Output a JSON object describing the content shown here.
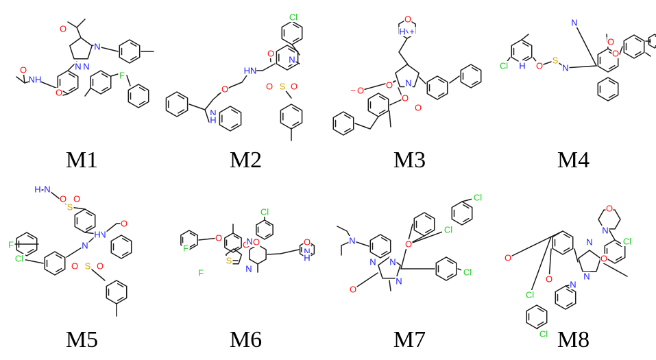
{
  "colors": {
    "bond": "#1a1a1a",
    "N": "#1a1aff",
    "O": "#ff0d0d",
    "Cl": "#1fd01f",
    "F": "#32cd32",
    "S": "#d4a400"
  },
  "molecules": [
    {
      "label": "M1",
      "atoms": [
        "O",
        "N",
        "N",
        "N",
        "NH",
        "O",
        "O",
        "F"
      ]
    },
    {
      "label": "M2",
      "atoms": [
        "Cl",
        "N",
        "O",
        "HN",
        "O",
        "N",
        "H",
        "S",
        "O",
        "O"
      ]
    },
    {
      "label": "M3",
      "atoms": [
        "O",
        "N",
        "H",
        "+",
        "O",
        "N",
        "O",
        "−",
        "O",
        "O"
      ]
    },
    {
      "label": "M4",
      "atoms": [
        "N",
        "O",
        "O",
        "Cl",
        "N",
        "H",
        "S",
        "O",
        "N"
      ]
    },
    {
      "label": "M5",
      "atoms": [
        "H",
        "N",
        "S",
        "O",
        "O",
        "F",
        "O",
        "N",
        "H",
        "N",
        "Cl",
        "S",
        "O",
        "O"
      ]
    },
    {
      "label": "M6",
      "atoms": [
        "Cl",
        "O",
        "F",
        "O",
        "F",
        "O",
        "N",
        "O",
        "N",
        "H",
        "S",
        "N"
      ]
    },
    {
      "label": "M7",
      "atoms": [
        "Cl",
        "Cl",
        "N",
        "O",
        "N",
        "N",
        "N",
        "Cl",
        "O"
      ]
    },
    {
      "label": "M8",
      "atoms": [
        "O",
        "N",
        "Cl",
        "N",
        "O",
        "O",
        "O",
        "N",
        "N",
        "Cl",
        "Cl"
      ]
    }
  ]
}
